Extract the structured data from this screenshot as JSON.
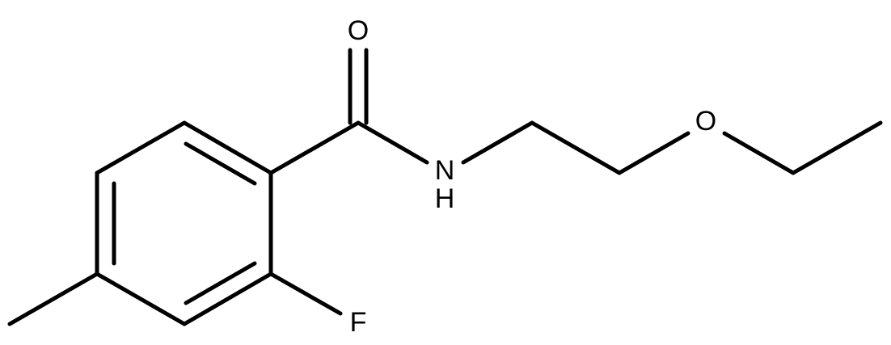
{
  "structure": {
    "atoms": {
      "oxygen_carbonyl": "O",
      "nitrogen_amide": "N",
      "hydrogen_amide": "H",
      "oxygen_ether": "O",
      "fluorine": "F"
    }
  }
}
